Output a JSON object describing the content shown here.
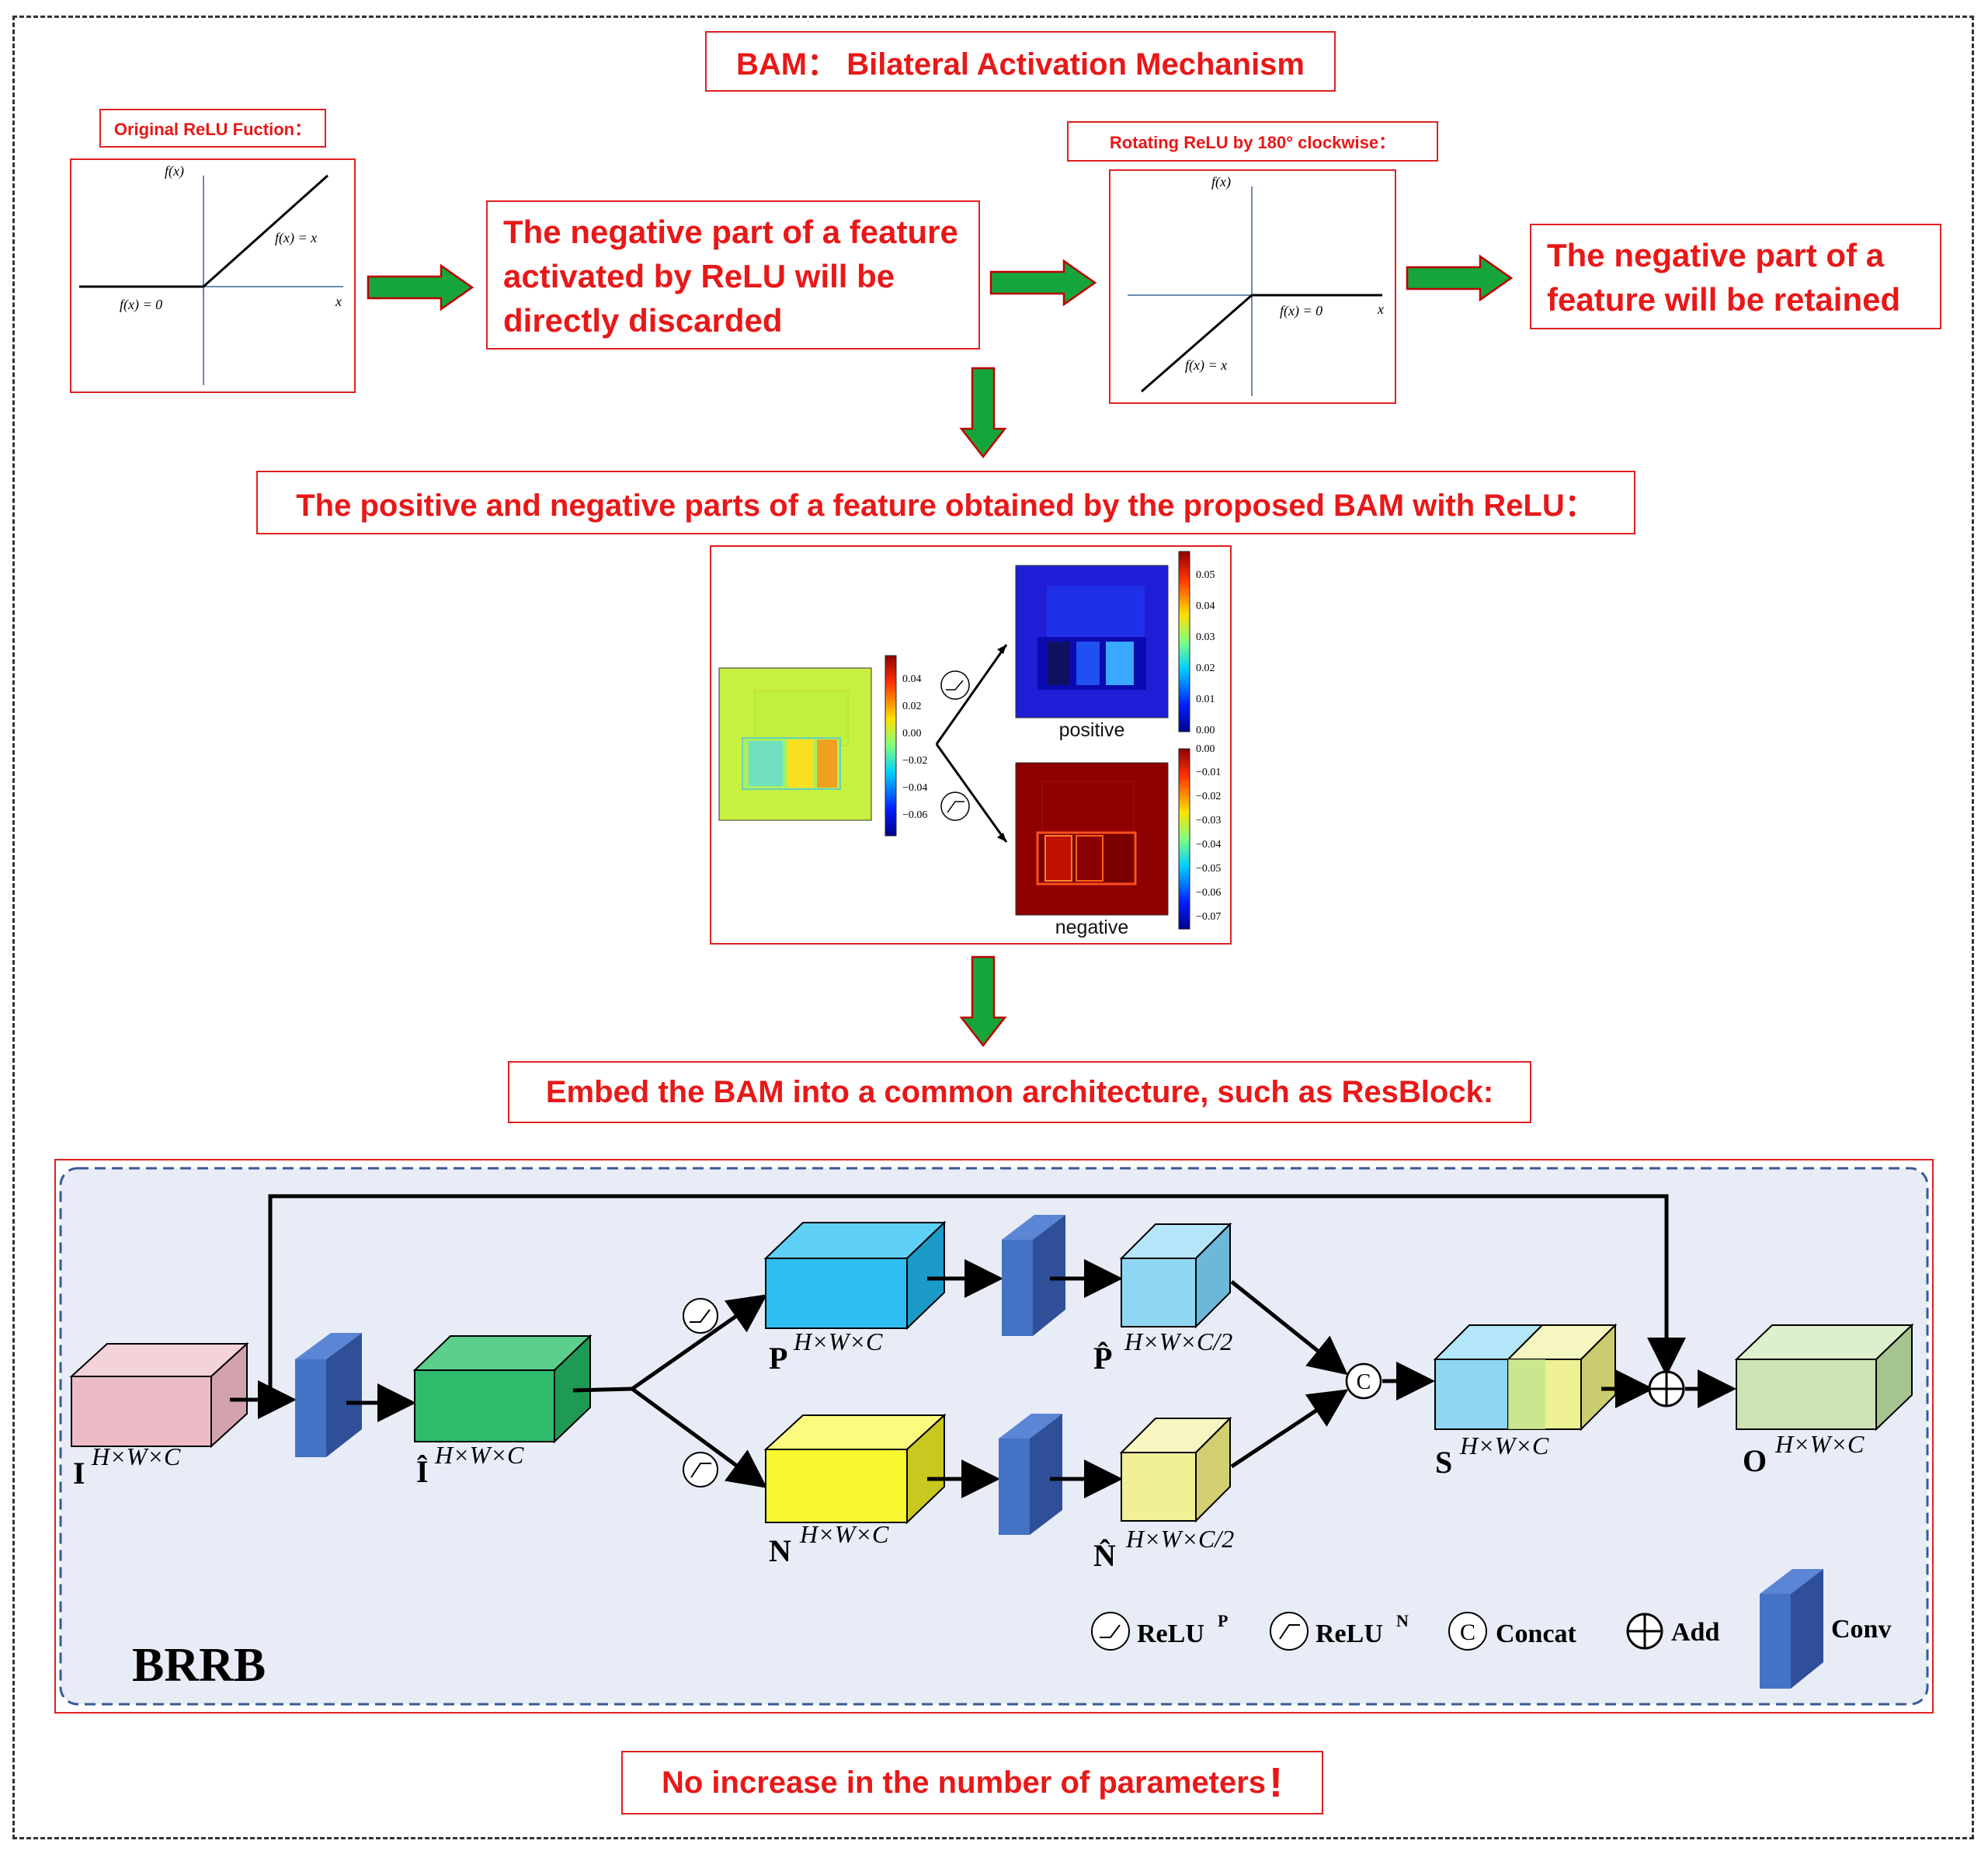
{
  "header": {
    "title": "BAM：  Bilateral Activation Mechanism"
  },
  "relu_original": {
    "label": "Original ReLU Fuction：",
    "fx": "f(x)",
    "x": "x",
    "pos": "f(x) = x",
    "neg": "f(x) = 0"
  },
  "discard_text": {
    "line1": "The negative part of a feature",
    "line2": "activated by ReLU will be",
    "line3": "directly discarded"
  },
  "relu_rotated": {
    "label": "Rotating ReLU by 180° clockwise：",
    "fx": "f(x)",
    "x": "x",
    "pos": "f(x) = 0",
    "neg": "f(x) = x"
  },
  "retain_text": {
    "line1": "The negative part of a",
    "line2": "feature will be retained"
  },
  "parts_title": "The positive and negative parts of a feature obtained by the proposed BAM with ReLU：",
  "feature_maps": {
    "input_ticks": [
      "0.04",
      "0.02",
      "0.00",
      "−0.02",
      "−0.04",
      "−0.06"
    ],
    "positive_label": "positive",
    "positive_ticks": [
      "0.05",
      "0.04",
      "0.03",
      "0.02",
      "0.01",
      "0.00"
    ],
    "negative_label": "negative",
    "negative_ticks": [
      "0.00",
      "−0.01",
      "−0.02",
      "−0.03",
      "−0.04",
      "−0.05",
      "−0.06",
      "−0.07"
    ],
    "colors": {
      "input": "#c8f040",
      "positive_bg": "#1f1ed6",
      "negative_bg": "#8e0000"
    }
  },
  "embed_title": "Embed the BAM into a common architecture, such as ResBlock:",
  "brrb": {
    "name": "BRRB",
    "I": "I",
    "I_sup": "H×W×C",
    "Ihat": "Î",
    "Ihat_sup": "H×W×C",
    "P": "P",
    "P_sup": "H×W×C",
    "N": "N",
    "N_sup": "H×W×C",
    "Phat": "P̂",
    "Phat_sup": "H×W×C/2",
    "Nhat": "N̂",
    "Nhat_sup": "H×W×C/2",
    "S": "S",
    "S_sup": "H×W×C",
    "O": "O",
    "O_sup": "H×W×C",
    "concat_symbol": "C",
    "legend": {
      "relu_p": "ReLU",
      "relu_p_sup": "P",
      "relu_n": "ReLU",
      "relu_n_sup": "N",
      "concat": "Concat",
      "add": "Add",
      "conv": "Conv"
    },
    "colors": {
      "input": "#ebbcc5",
      "ihat": "#2ebb6c",
      "p": "#2dbdf0",
      "n": "#f8f830",
      "phat": "#8fd6f2",
      "nhat": "#f2f096",
      "s_blue": "#8fd6f2",
      "s_yellow": "#eef094",
      "o": "#cce3b4",
      "conv": "#4472c4",
      "panel": "#e8ecf6"
    }
  },
  "footer": {
    "text": "No increase in the number of parameters",
    "mark": "!"
  }
}
